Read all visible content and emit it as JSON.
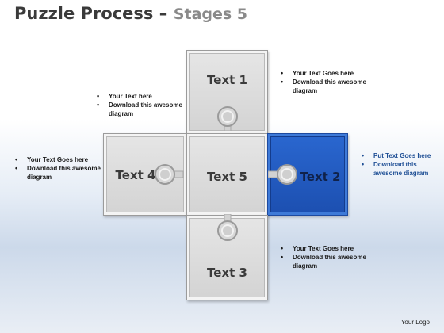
{
  "title": {
    "main": "Puzzle Process –",
    "sub": "Stages 5"
  },
  "pieces": {
    "top": "Text 1",
    "right": "Text 2",
    "bottom": "Text 3",
    "left": "Text 4",
    "center": "Text 5"
  },
  "accent_color": "#1f56bf",
  "notes": {
    "top_left": [
      "Your Text  here",
      "Download this awesome diagram"
    ],
    "top_right": [
      "Your Text Goes here",
      "Download this awesome diagram"
    ],
    "left": [
      "Your Text Goes here",
      "Download this awesome diagram"
    ],
    "right": [
      "Put Text Goes here",
      "Download this awesome diagram"
    ],
    "bottom_right": [
      "Your Text Goes here",
      "Download this awesome diagram"
    ]
  },
  "logo": "Your Logo"
}
